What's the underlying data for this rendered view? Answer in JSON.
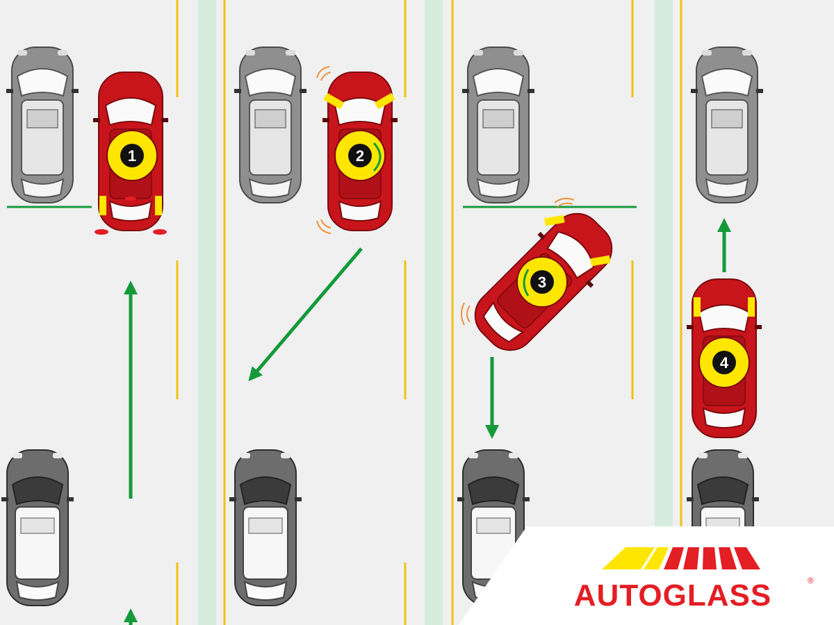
{
  "diagram": {
    "steps": [
      {
        "number": "1"
      },
      {
        "number": "2"
      },
      {
        "number": "3"
      },
      {
        "number": "4"
      }
    ]
  },
  "brand": {
    "name": "AUTOGLASS",
    "registered_mark": "®",
    "colors": {
      "red": "#e31e24",
      "yellow": "#ffe600",
      "green": "#149a3a",
      "car_red": "#c8141b",
      "car_grey": "#8f8f8f",
      "road": "#f0f0f0",
      "median": "#d5ecdc",
      "lane_yellow": "#f2c20e"
    }
  },
  "icons": {
    "badge": "numbered-step-badge",
    "arrow": "direction-arrow",
    "indicator": "indicator-signal-icon",
    "rotate": "steering-rotate-icon"
  }
}
